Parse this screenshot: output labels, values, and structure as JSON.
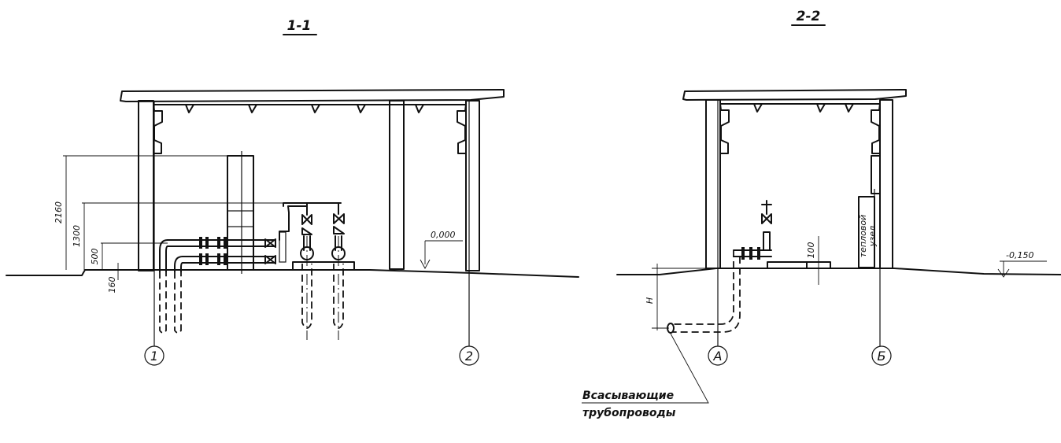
{
  "section_1": {
    "title": "1-1",
    "dim_2160": "2160",
    "dim_1300": "1300",
    "dim_500": "500",
    "dim_160": "160",
    "level_0": "0,000",
    "axis_1": "1",
    "axis_2": "2"
  },
  "section_2": {
    "title": "2-2",
    "dim_100": "100",
    "dim_h": "H",
    "level_minus": "-0,150",
    "axis_a": "А",
    "axis_b": "Б",
    "unit_label_line1": "тепловой",
    "unit_label_line2": "узел",
    "note_line1": "Всасывающие",
    "note_line2": "трубопроводы"
  }
}
